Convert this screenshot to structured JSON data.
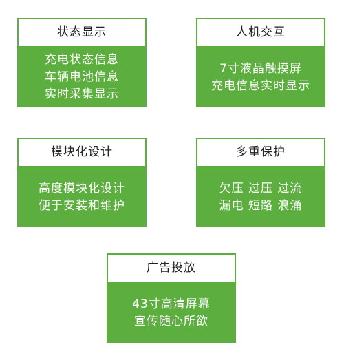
{
  "cards": [
    {
      "title": "状态显示",
      "lines": [
        "充电状态信息",
        "车辆电池信息",
        "实时采集显示"
      ]
    },
    {
      "title": "人机交互",
      "lines": [
        "7寸液晶触摸屏",
        "充电信息实时显示"
      ]
    },
    {
      "title": "模块化设计",
      "lines": [
        "高度模块化设计",
        "便于安装和维护"
      ]
    },
    {
      "title": "多重保护",
      "lines": [
        "欠压 过压 过流",
        "漏电 短路 浪涌"
      ]
    },
    {
      "title": "广告投放",
      "lines": [
        "43寸高清屏幕",
        "宣传随心所欲"
      ]
    }
  ],
  "colors": {
    "accent": "#5cae3f",
    "title_text": "#222222",
    "body_text": "#ffffff"
  }
}
